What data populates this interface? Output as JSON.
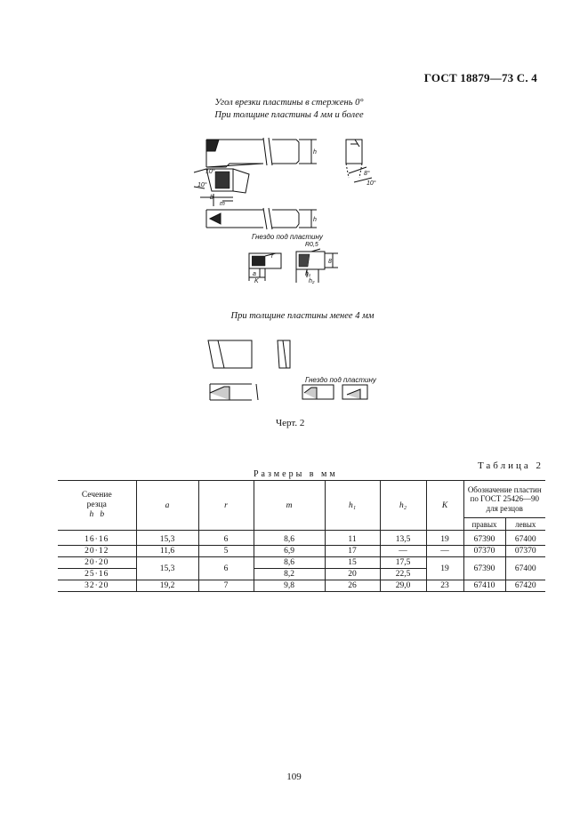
{
  "header": {
    "title": "ГОСТ 18879—73 С. 4"
  },
  "figure": {
    "caption_line1": "Угол врезки пластины в стержень 0°",
    "caption_line2": "При толщине пластины 4 мм и более",
    "seat_label_top": "Гнездо под пластину",
    "caption_thin": "При толщине пластины менее 4 мм",
    "seat_label_bottom": "Гнездо под пластину",
    "figure_caption": "Черт. 2",
    "dim_labels": {
      "h": "h",
      "angle10a": "10°",
      "angle10b": "10°",
      "angle8": "8°",
      "angle10c": "10°",
      "m": "m",
      "b": "b",
      "h2": "h",
      "r": "r",
      "r05": "R0,5",
      "a": "a",
      "K": "K",
      "h1": "h₁",
      "h2b": "h₂",
      "e": "8"
    }
  },
  "table": {
    "label": "Таблица 2",
    "units": "Размеры в мм",
    "headers": {
      "section": "Сечение резца",
      "section_sub": "h   b",
      "a": "a",
      "r": "r",
      "m": "m",
      "h1": "h₁",
      "h2": "h₂",
      "K": "K",
      "designation": "Обозначение пластин по ГОСТ 25426—90 для резцов",
      "right": "правых",
      "left": "левых"
    },
    "rows": [
      {
        "section": "16·16",
        "a": "15,3",
        "r": "6",
        "m": "8,6",
        "h1": "11",
        "h2": "13,5",
        "K": "19",
        "right": "67390",
        "left": "67400"
      },
      {
        "section": "20·12",
        "a": "11,6",
        "r": "5",
        "m": "6,9",
        "h1": "17",
        "h2": "—",
        "K": "—",
        "right": "07370",
        "left": "07370"
      },
      {
        "section": "20·20",
        "a": "15,3",
        "r": "6",
        "m": "8,6",
        "h1": "15",
        "h2": "17,5",
        "K": "19",
        "right": "67390",
        "left": "67400"
      },
      {
        "section": "25·16",
        "m": "8,2",
        "h1": "20",
        "h2": "22,5"
      },
      {
        "section": "32·20",
        "a": "19,2",
        "r": "7",
        "m": "9,8",
        "h1": "26",
        "h2": "29,0",
        "K": "23",
        "right": "67410",
        "left": "67420"
      }
    ]
  },
  "page_number": "109"
}
